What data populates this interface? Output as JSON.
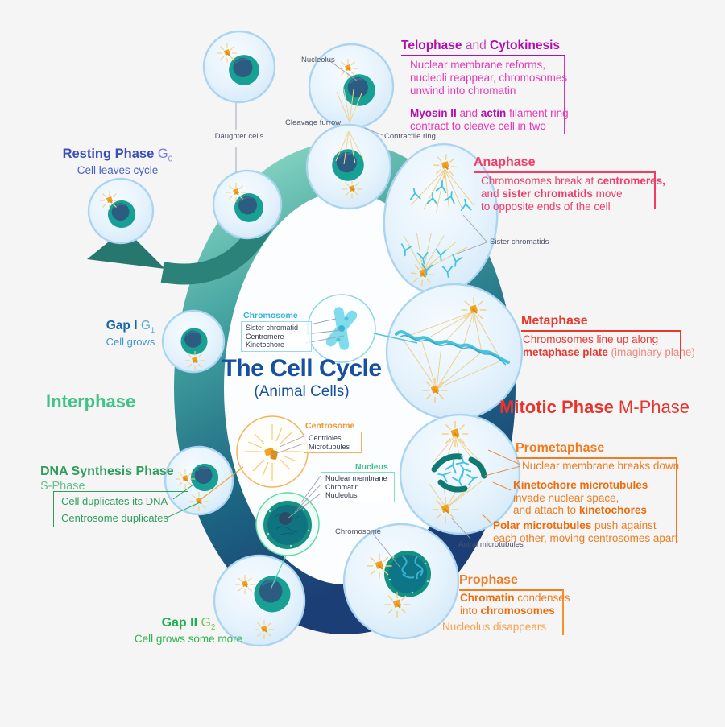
{
  "title": {
    "main": "The Cell Cycle",
    "sub": "(Animal Cells)"
  },
  "left": {
    "resting": {
      "name": "Resting Phase ",
      "g": "G",
      "g_sub": "0",
      "desc": "Cell leaves cycle"
    },
    "gap1": {
      "name": "Gap I ",
      "g": "G",
      "g_sub": "1",
      "desc": "Cell grows"
    },
    "interphase": "Interphase",
    "s_phase": {
      "name": "DNA Synthesis Phase",
      "alt": "S-Phase",
      "point1": "Cell duplicates its DNA",
      "point2": "Centrosome duplicates"
    },
    "gap2": {
      "name": "Gap II ",
      "g": "G",
      "g_sub": "2",
      "desc": "Cell grows some more"
    }
  },
  "right": {
    "mitotic": {
      "bold": "Mitotic Phase",
      "rest": " M-Phase"
    },
    "telophase": {
      "h1": "Telophase",
      "h_mid": " and ",
      "h2": "Cytokinesis",
      "p1_l1": "Nuclear membrane reforms,",
      "p1_l2": "nucleoli reappear, chromosomes",
      "p1_l3": "unwind into chromatin",
      "p2_b1": "Myosin II",
      "p2_m1": " and ",
      "p2_b2": "actin",
      "p2_r1": " filament ring",
      "p2_l2": "contract to cleave cell in two"
    },
    "anaphase": {
      "h": "Anaphase",
      "l1_a": "Chromosomes break at ",
      "l1_b": "centromeres,",
      "l2_a": "and ",
      "l2_b": "sister chromatids",
      "l2_c": " move",
      "l3": "to opposite ends of the cell"
    },
    "metaphase": {
      "h": "Metaphase",
      "l1": "Chromosomes line up along",
      "l2_b": "metaphase plate",
      "l2_light": " (imaginary plane)"
    },
    "prometaphase": {
      "h": "Prometaphase",
      "p1": "Nuclear membrane breaks down",
      "p2_b": "Kinetochore microtubules",
      "p2_l2": "invade nuclear space,",
      "p2_l3a": "and attach to ",
      "p2_l3b": "kinetochores",
      "p3_b": "Polar microtubules",
      "p3_r": " push against",
      "p3_l2": "each other, moving centrosomes apart"
    },
    "prophase": {
      "h": "Prophase",
      "p1_b": "Chromatin",
      "p1_r": " condenses",
      "p1_l2a": "into ",
      "p1_l2b": "chromosomes",
      "p2": "Nucleolus disappears"
    }
  },
  "labels": {
    "nucleolus": "Nucleolus",
    "cleavage_furrow": "Cleavage furrow",
    "contractile_ring": "Contractile ring",
    "daughter_cells": "Daughter cells",
    "sister_chromatids": "Sister chromatids",
    "chromosome": "Chromosome",
    "astral_microtubules": "Astral microtubules"
  },
  "insets": {
    "chromosome": {
      "heading": "Chromosome",
      "items": [
        "Sister chromatid",
        "Centromere",
        "Kinetochore"
      ]
    },
    "centrosome": {
      "heading": "Centrosome",
      "items": [
        "Centrioles",
        "Microtubules"
      ]
    },
    "nucleus": {
      "heading": "Nucleus",
      "items": [
        "Nuclear membrane",
        "Chromatin",
        "Nucleolus"
      ]
    }
  },
  "colors": {
    "background": "#f5f5f6",
    "band_mint": "#8fdcc6",
    "band_teal": "#41a09e",
    "band_navy": "#1c3e76",
    "interphase_green": "#43c287",
    "mitotic_red": "#e8342c",
    "telophase_magenta": "#b00fae",
    "telophase_pink": "#e837b8",
    "anaphase_pink": "#f03c67",
    "metaphase_red": "#e8392f",
    "orange": "#f07c1f",
    "resting_blue": "#3a4db9",
    "gap1_blue": "#1565a8",
    "s_green": "#2f9e5c",
    "gap2_green": "#1caf4e",
    "title_navy": "#17509e",
    "cell_stroke": "#abd4f0",
    "nucleus_teal": "#17a093",
    "centrosome_orange": "#f2a21f",
    "chromosome_blue": "#41c3e2",
    "spindle_yellow": "#eecb84"
  }
}
